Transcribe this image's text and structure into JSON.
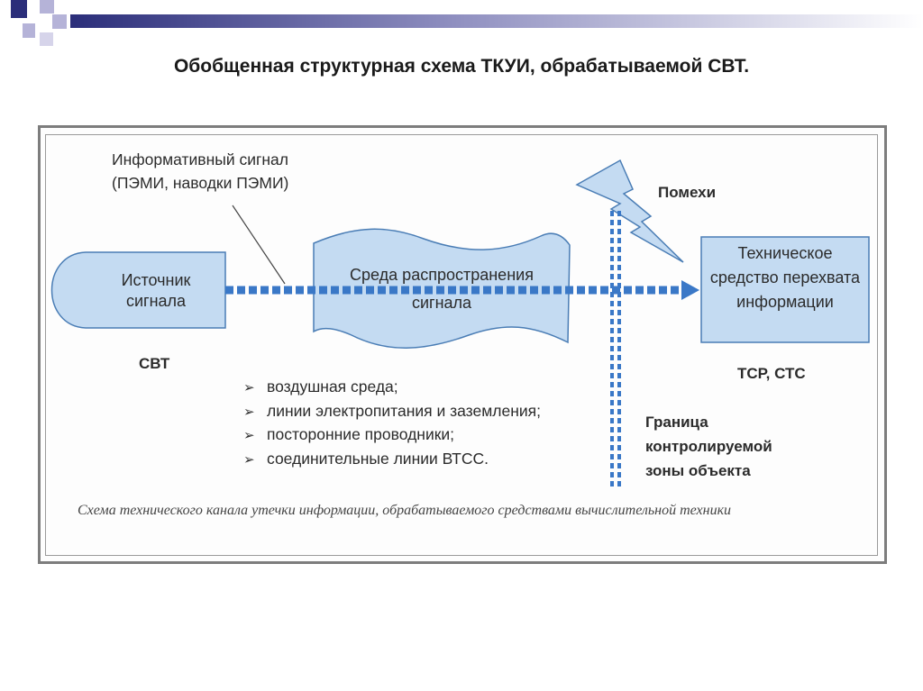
{
  "title": "Обобщенная структурная схема ТКУИ, обрабатываемой СВТ.",
  "nodes": {
    "source": "Источник сигнала",
    "source_caption": "СВТ",
    "medium": "Среда распространения сигнала",
    "interceptor": "Техническое средство перехвата информации",
    "interceptor_caption": "ТСР, СТС",
    "interference": "Помехи",
    "boundary": "Граница контролируемой зоны объекта"
  },
  "edge_labels": {
    "signal": "Информативный сигнал (ПЭМИ, наводки ПЭМИ)"
  },
  "media_list": [
    "воздушная среда;",
    "линии электропитания и заземления;",
    "посторонние проводники;",
    "соединительные линии ВТСС."
  ],
  "list_marker": "➢",
  "caption": "Схема технического канала утечки информации, обрабатываемого средствами вычислительной техники",
  "colors": {
    "shape_fill": "#c4dbf2",
    "shape_stroke": "#4a7db5",
    "dotted_arrow": "#3a78c7",
    "deco_navy": "#2b2e7a",
    "deco_lilac": "#b5b3d8"
  },
  "icons": {
    "interference": "lightning-bolt-icon",
    "list_marker": "arrowhead-bullet-icon"
  }
}
